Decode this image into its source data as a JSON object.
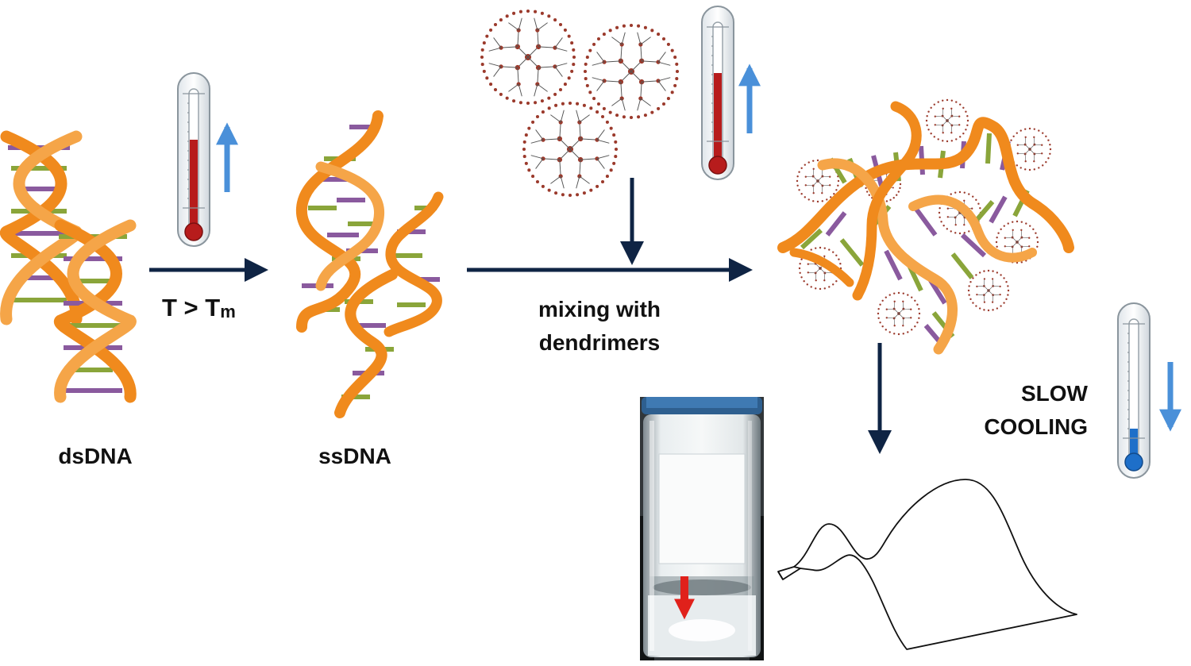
{
  "labels": {
    "dsdna": "dsDNA",
    "ssdna": "ssDNA",
    "heating_condition_main": "T > T",
    "heating_condition_subscript": "m",
    "mixing_line1": "mixing with",
    "mixing_line2": "dendrimers",
    "cooling_line1": "SLOW",
    "cooling_line2": "COOLING"
  },
  "icons": {
    "heating": "thermometer-hot-icon",
    "cooling": "thermometer-cold-icon",
    "dendrimer": "dendrimer-icon",
    "film": "film-sheet-icon",
    "vial": "vial-photo"
  },
  "colors": {
    "arrow": "#0f2444",
    "temp_up_arrow": "#4a90d9",
    "temp_down_arrow": "#4a90d9",
    "hot_mercury": "#b71c1c",
    "cold_mercury": "#1e6fc9",
    "dna_backbone": "#f08a1d",
    "base_pair_a": "#8aa53a",
    "base_pair_b": "#8a5a9e",
    "dendrimer": "#9b3a2c",
    "sediment_arrow": "#e0211b"
  }
}
